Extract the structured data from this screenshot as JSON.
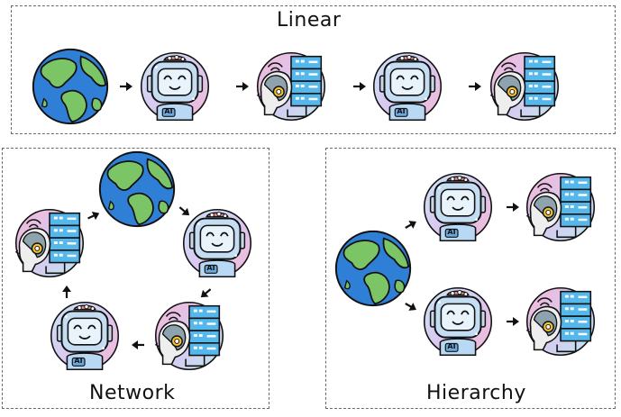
{
  "panels": {
    "linear": {
      "title": "Linear"
    },
    "network": {
      "title": "Network"
    },
    "hierarchy": {
      "title": "Hierarchy"
    }
  },
  "labels": {
    "robot_badge": "AI"
  },
  "colors": {
    "ocean": "#2f7fd6",
    "land": "#7cc567",
    "robot_face": "#b9d8f3",
    "robot_head_top": "#e78a8a",
    "server_blue": "#55b8ec",
    "outline": "#111111"
  },
  "icons": [
    "earth-icon",
    "ai-robot-icon",
    "human-ai-server-icon",
    "arrow-right-icon"
  ]
}
